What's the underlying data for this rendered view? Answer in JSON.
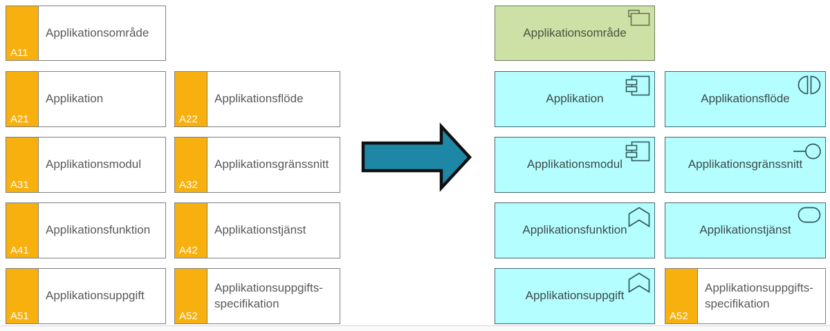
{
  "diagram": {
    "source_boxes": [
      {
        "code": "A11",
        "label": "Applikationsområde"
      },
      {
        "code": "A21",
        "label": "Applikation"
      },
      {
        "code": "A22",
        "label": "Applikationsflöde"
      },
      {
        "code": "A31",
        "label": "Applikationsmodul"
      },
      {
        "code": "A32",
        "label": "Applikationsgränssnitt"
      },
      {
        "code": "A41",
        "label": "Applikationsfunktion"
      },
      {
        "code": "A42",
        "label": "Applikationstjänst"
      },
      {
        "code": "A51",
        "label": "Applikationsuppgift"
      },
      {
        "code": "A52",
        "label": "Applikationsuppgifts-specifikation"
      }
    ],
    "target_boxes": [
      {
        "label": "Applikationsområde",
        "icon": "folder-icon",
        "style": "grouping"
      },
      {
        "label": "Applikation",
        "icon": "component-icon",
        "style": "application"
      },
      {
        "label": "Applikationsflöde",
        "icon": "interaction-icon",
        "style": "application"
      },
      {
        "label": "Applikationsmodul",
        "icon": "component-icon",
        "style": "application"
      },
      {
        "label": "Applikationsgränssnitt",
        "icon": "interface-icon",
        "style": "application"
      },
      {
        "label": "Applikationsfunktion",
        "icon": "function-icon",
        "style": "application"
      },
      {
        "label": "Applikationstjänst",
        "icon": "service-icon",
        "style": "application"
      },
      {
        "label": "Applikationsuppgift",
        "icon": "function-icon",
        "style": "application"
      },
      {
        "code": "A52",
        "label": "Applikationsuppgifts-specifikation",
        "icon": "none",
        "style": "source"
      }
    ],
    "arrow": {
      "direction": "right",
      "fill": "#1E87A5",
      "outline": "#101010"
    },
    "colors": {
      "tab_orange": "#F8B00E",
      "application_cyan": "#B5FEFF",
      "grouping_green": "#CDE0A6",
      "source_border": "#7F7F7F",
      "application_border": "#41666D",
      "grouping_border": "#6E7D52",
      "label_text": "#595959",
      "application_text": "#3B4A4A",
      "grouping_text": "#4A5340",
      "code_text": "#FFFFFF",
      "icon_stroke": "#2E565C",
      "folder_icon_stroke": "#5F6F48"
    }
  }
}
